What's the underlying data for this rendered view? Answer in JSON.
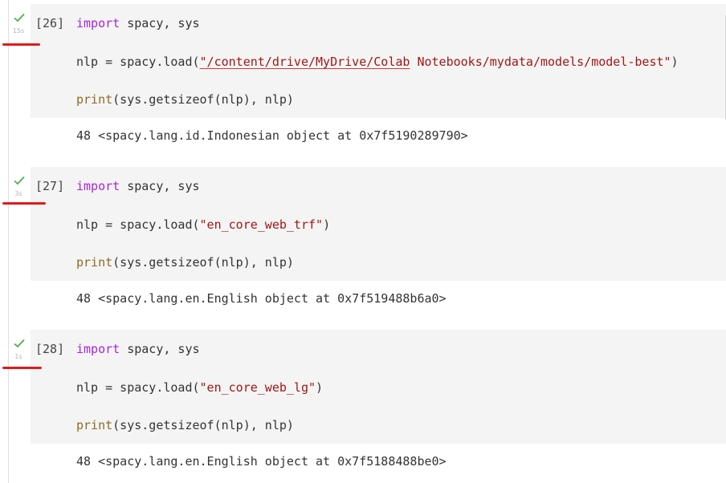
{
  "cells": [
    {
      "exec_count": "[26]",
      "run_time": "15s",
      "status": "success",
      "code": {
        "line1_kw": "import",
        "line1_rest": " spacy, sys",
        "line2_pre": "nlp = spacy.load(",
        "line2_str_a": "\"/content/drive/MyDrive/Colab",
        "line2_str_b": " Notebooks/mydata/models/model-best\"",
        "line2_post": ")",
        "line3_fn": "print",
        "line3_rest": "(sys.getsizeof(nlp), nlp)"
      },
      "output": "48 <spacy.lang.id.Indonesian object at 0x7f5190289790>"
    },
    {
      "exec_count": "[27]",
      "run_time": "3s",
      "status": "success",
      "code": {
        "line1_kw": "import",
        "line1_rest": " spacy, sys",
        "line2_pre": "nlp = spacy.load(",
        "line2_str": "\"en_core_web_trf\"",
        "line2_post": ")",
        "line3_fn": "print",
        "line3_rest": "(sys.getsizeof(nlp), nlp)"
      },
      "output": "48 <spacy.lang.en.English object at 0x7f519488b6a0>"
    },
    {
      "exec_count": "[28]",
      "run_time": "1s",
      "status": "success",
      "code": {
        "line1_kw": "import",
        "line1_rest": " spacy, sys",
        "line2_pre": "nlp = spacy.load(",
        "line2_str": "\"en_core_web_lg\"",
        "line2_post": ")",
        "line3_fn": "print",
        "line3_rest": "(sys.getsizeof(nlp), nlp)"
      },
      "output": "48 <spacy.lang.en.English object at 0x7f5188488be0>"
    }
  ],
  "colors": {
    "check": "#4caf50",
    "annotation_mark": "#e01b1b",
    "keyword": "#a626d8",
    "builtin": "#8a6d1f",
    "string": "#a31515",
    "code_bg": "#f4f4f4"
  },
  "icons": {
    "status": "check-icon"
  }
}
